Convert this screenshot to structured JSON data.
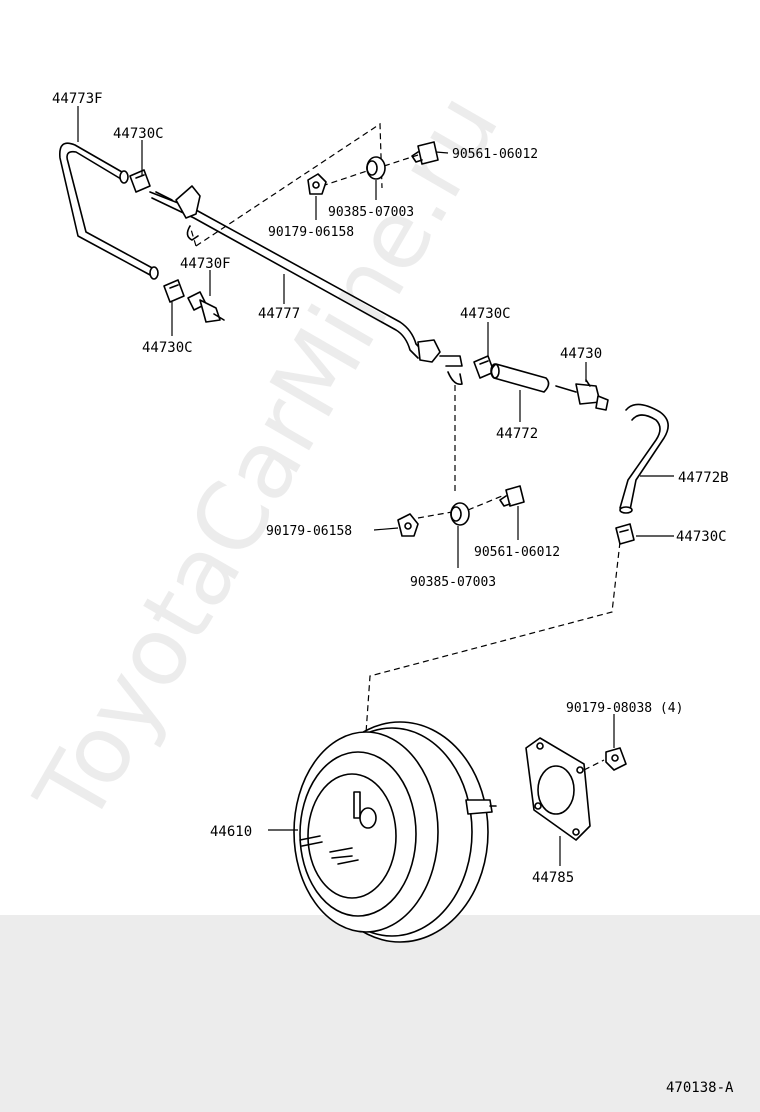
{
  "watermark": "ToyotaCarMine.ru",
  "diagram_code": "470138-A",
  "labels": {
    "p44773F": "44773F",
    "p44730C_a": "44730C",
    "p90561_a": "90561-06012",
    "p90385_a": "90385-07003",
    "p90179_a": "90179-06158",
    "p44730F": "44730F",
    "p44777": "44777",
    "p44730C_b": "44730C",
    "p44730C_c": "44730C",
    "p44730": "44730",
    "p44772": "44772",
    "p44772B": "44772B",
    "p44730C_d": "44730C",
    "p90179_b": "90179-06158",
    "p90561_b": "90561-06012",
    "p90385_b": "90385-07003",
    "p90179_08038": "90179-08038 (4)",
    "p44610": "44610",
    "p44785": "44785"
  },
  "colors": {
    "line": "#000000",
    "background": "#ffffff",
    "band": "#ececec"
  }
}
